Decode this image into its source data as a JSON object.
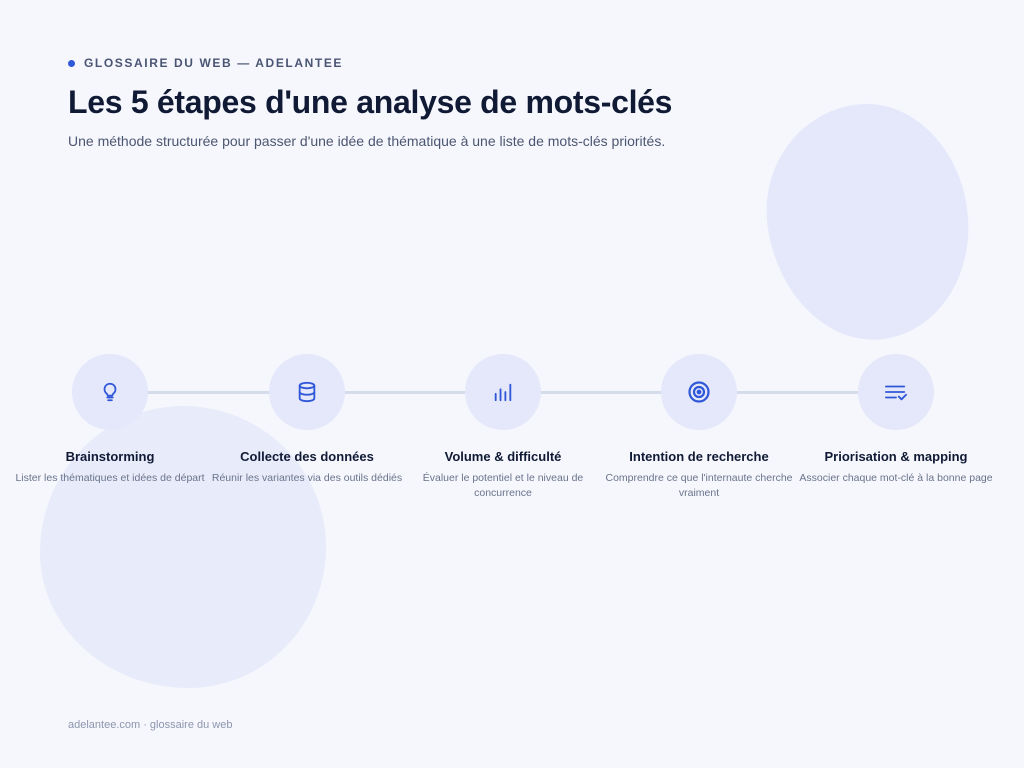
{
  "header": {
    "eyebrow": "GLOSSAIRE DU WEB — ADELANTEE",
    "title": "Les 5 étapes d'une analyse de mots-clés",
    "subtitle": "Une méthode structurée pour passer d'une idée de thématique à une liste de mots-clés priorités."
  },
  "steps": [
    {
      "icon": "lightbulb-icon",
      "title": "Brainstorming",
      "description": "Lister les thématiques et idées de départ"
    },
    {
      "icon": "database-icon",
      "title": "Collecte des données",
      "description": "Réunir les variantes via des outils dédiés"
    },
    {
      "icon": "bar-chart-icon",
      "title": "Volume & difficulté",
      "description": "Évaluer le potentiel et le niveau de concurrence"
    },
    {
      "icon": "target-icon",
      "title": "Intention de recherche",
      "description": "Comprendre ce que l'internaute cherche vraiment"
    },
    {
      "icon": "list-check-icon",
      "title": "Priorisation & mapping",
      "description": "Associer chaque mot-clé à la bonne page"
    }
  ],
  "footer": {
    "text": "adelantee.com · glossaire du web"
  },
  "colors": {
    "accent": "#2f57d8",
    "background": "#f5f7fd",
    "circle": "#e4e8fa",
    "connector": "#d4dbeb",
    "title": "#111a35"
  }
}
